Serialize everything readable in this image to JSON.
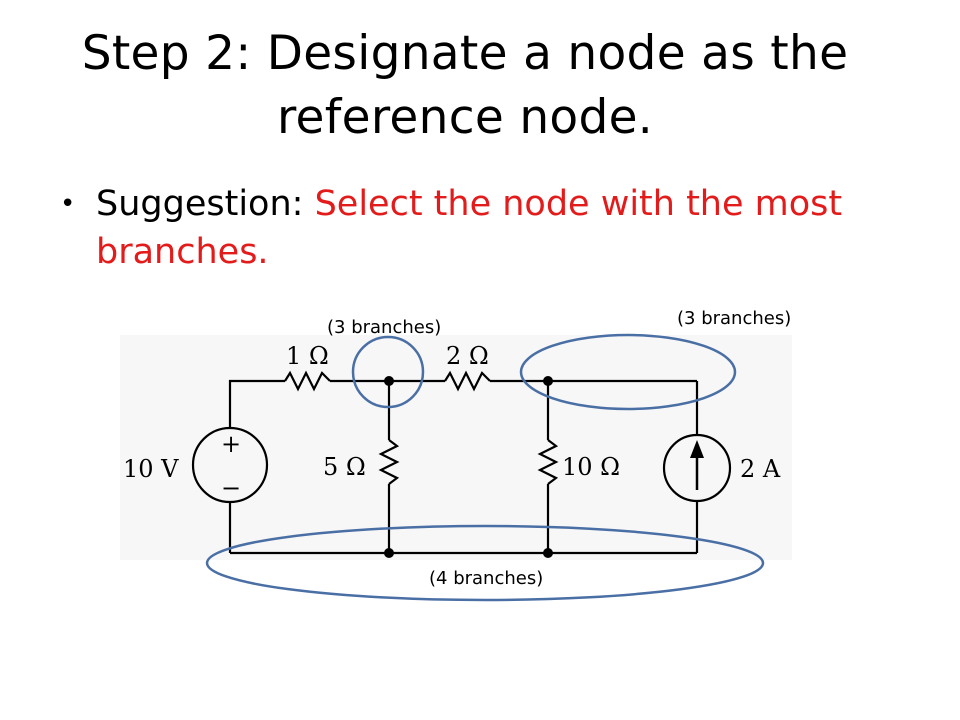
{
  "slide": {
    "title_line1": "Step 2: Designate a node as the",
    "title_line2": "reference node.",
    "bullet_prefix": "Suggestion: ",
    "bullet_highlight": "Select the node with the most branches."
  },
  "circuit": {
    "components": {
      "r1": "1 Ω",
      "r2": "2 Ω",
      "r5": "5 Ω",
      "r10": "10 Ω",
      "vsource": "10 V",
      "isource": "2 A",
      "vsource_plus": "+",
      "vsource_minus": "−"
    },
    "annotations": {
      "node_left": "(3 branches)",
      "node_right": "(3 branches)",
      "node_bottom": "(4 branches)"
    },
    "colors": {
      "ellipse": "#4a6fa5",
      "highlight_text": "#e31b1b",
      "wire": "#000000"
    }
  }
}
